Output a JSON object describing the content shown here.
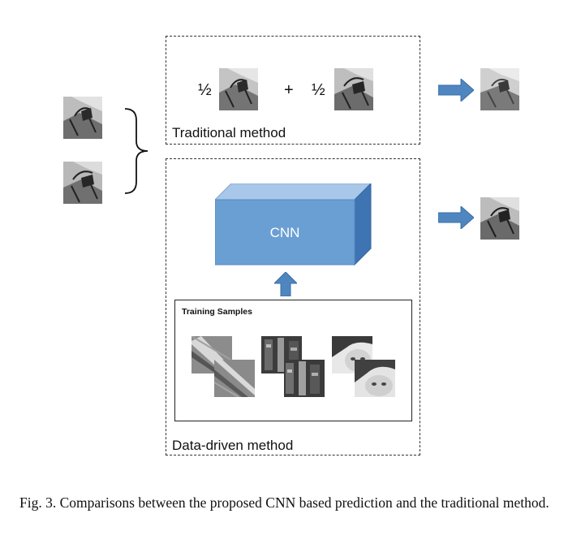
{
  "traditional": {
    "half_left": "½",
    "plus": "+",
    "half_right": "½",
    "label": "Traditional method"
  },
  "data_driven": {
    "cnn_label": "CNN",
    "training_title": "Training Samples",
    "label": "Data-driven method"
  },
  "caption": {
    "text": "Fig. 3.  Comparisons between the proposed CNN based prediction and the traditional method."
  },
  "colors": {
    "cnn_front": "#6a9fd4",
    "cnn_top": "#a9c7e8",
    "cnn_side": "#3f74b3",
    "arrow": "#4f86c0"
  },
  "icons": {
    "input_images": "grayscale-photo-thumbnail",
    "arrows": "block-right-arrow",
    "up_arrow": "block-up-arrow",
    "brace": "curly-brace"
  }
}
